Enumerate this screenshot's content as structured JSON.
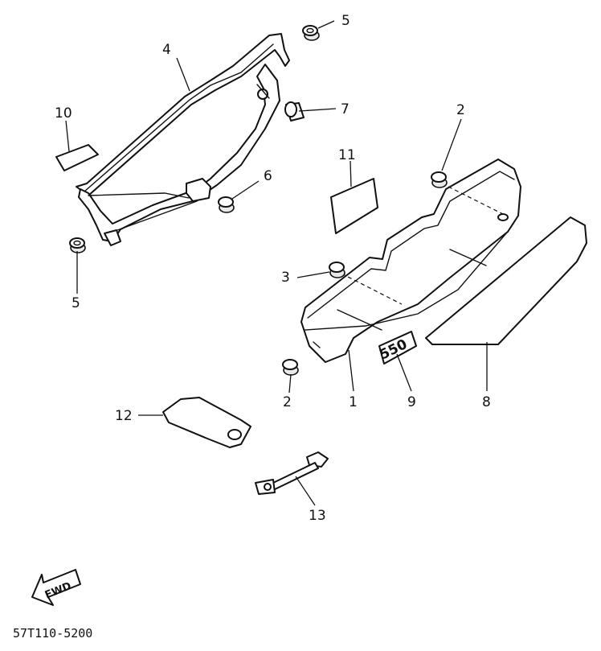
{
  "callouts": {
    "c1": "1",
    "c2a": "2",
    "c2b": "2",
    "c3": "3",
    "c4": "4",
    "c5a": "5",
    "c5b": "5",
    "c6": "6",
    "c7": "7",
    "c8": "8",
    "c9": "9",
    "c10": "10",
    "c11": "11",
    "c12": "12",
    "c13": "13"
  },
  "emblem_text": "550",
  "fwd_label": "FWD",
  "diagram_code": "57T110-5200"
}
